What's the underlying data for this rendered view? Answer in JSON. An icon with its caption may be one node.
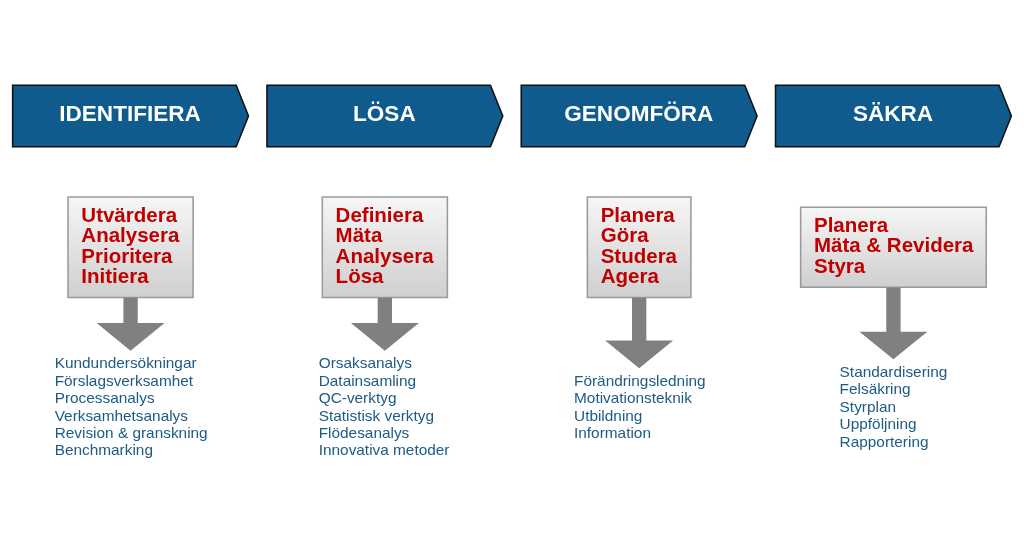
{
  "diagram": {
    "nodes": [
      {
        "text": [
          "IDENTIFIERA"
        ]
      },
      {
        "text": [
          "LÖSA"
        ]
      },
      {
        "text": [
          "GENOMFÖRA"
        ]
      },
      {
        "text": [
          "SÄKRA"
        ]
      },
      {
        "text": [
          "Utvärdera",
          "Analysera",
          "Prioritera",
          "Initiera"
        ]
      },
      {
        "text": [
          "Definiera",
          "Mäta",
          "Analysera",
          "Lösa"
        ]
      },
      {
        "text": [
          "Planera",
          "Göra",
          "Studera",
          "Agera"
        ]
      },
      {
        "text": [
          "Planera",
          "Mäta & Revidera",
          "Styra"
        ]
      },
      {
        "text": [
          "Kundundersökningar",
          "Förslagsverksamhet",
          "Processanalys",
          "Verksamhetsanalys",
          "Revision & granskning",
          "Benchmarking"
        ]
      },
      {
        "text": [
          "Orsaksanalys",
          "Datainsamling",
          "QC-verktyg",
          "Statistisk verktyg",
          "Flödesanalys",
          "Innovativa metoder"
        ]
      },
      {
        "text": [
          "Förändringsledning",
          "Motivationsteknik",
          "Utbildning",
          "Information"
        ]
      },
      {
        "text": [
          "Standardisering",
          "Felsäkring",
          "Styrplan",
          "Uppföljning",
          "Rapportering"
        ]
      }
    ],
    "edges": [
      {
        "from": 4,
        "to": 8,
        "arrow": "to"
      },
      {
        "from": 5,
        "to": 9,
        "arrow": "to"
      },
      {
        "from": 6,
        "to": 10,
        "arrow": "to"
      },
      {
        "from": 7,
        "to": 11,
        "arrow": "to"
      }
    ]
  }
}
